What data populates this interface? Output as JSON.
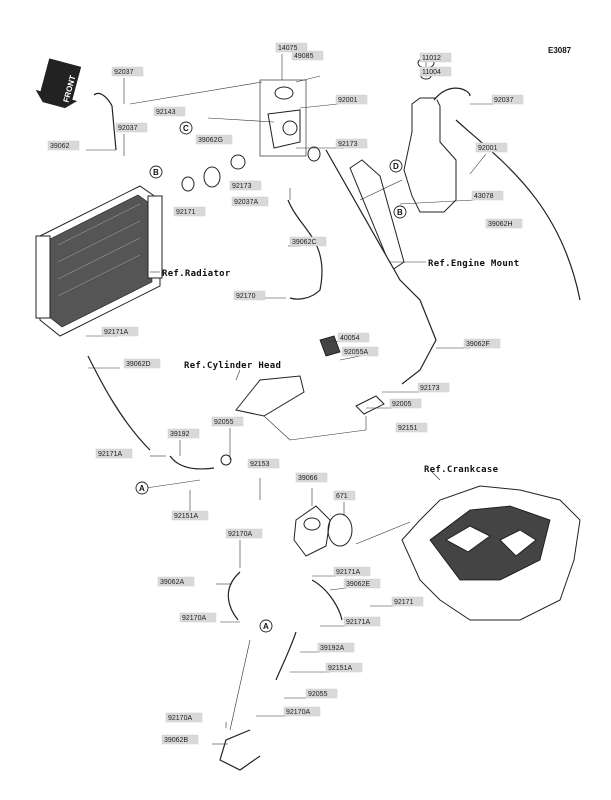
{
  "diagram_id": "E3087",
  "front_label": "FRONT",
  "references": {
    "radiator": "Ref.Radiator",
    "engine_mount": "Ref.Engine Mount",
    "cylinder_head": "Ref.Cylinder Head",
    "crankcase": "Ref.Crankcase"
  },
  "callouts": {
    "a": "A",
    "b": "B",
    "c": "C",
    "d": "D"
  },
  "parts": [
    {
      "code": "92037"
    },
    {
      "code": "14075"
    },
    {
      "code": "11012"
    },
    {
      "code": "49085"
    },
    {
      "code": "11004"
    },
    {
      "code": "92143"
    },
    {
      "code": "92001"
    },
    {
      "code": "92037"
    },
    {
      "code": "92037"
    },
    {
      "code": "39062"
    },
    {
      "code": "39062G"
    },
    {
      "code": "92173"
    },
    {
      "code": "92001"
    },
    {
      "code": "92173"
    },
    {
      "code": "43078"
    },
    {
      "code": "92171"
    },
    {
      "code": "92037A"
    },
    {
      "code": "39062H"
    },
    {
      "code": "39062C"
    },
    {
      "code": "92170"
    },
    {
      "code": "92171A"
    },
    {
      "code": "40054"
    },
    {
      "code": "39062D"
    },
    {
      "code": "92055A"
    },
    {
      "code": "39062F"
    },
    {
      "code": "92173"
    },
    {
      "code": "92005"
    },
    {
      "code": "92151"
    },
    {
      "code": "92055"
    },
    {
      "code": "39192"
    },
    {
      "code": "92171A"
    },
    {
      "code": "92153"
    },
    {
      "code": "92151A"
    },
    {
      "code": "39066"
    },
    {
      "code": "671"
    },
    {
      "code": "92170A"
    },
    {
      "code": "39062A"
    },
    {
      "code": "92171A"
    },
    {
      "code": "39062E"
    },
    {
      "code": "92171"
    },
    {
      "code": "92170A"
    },
    {
      "code": "92171A"
    },
    {
      "code": "39192A"
    },
    {
      "code": "92151A"
    },
    {
      "code": "92055"
    },
    {
      "code": "92170A"
    },
    {
      "code": "92170A"
    },
    {
      "code": "39062B"
    }
  ]
}
